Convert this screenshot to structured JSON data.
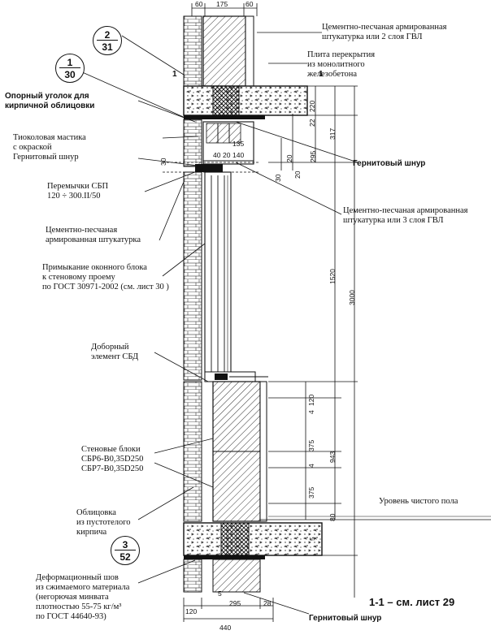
{
  "top_dims": [
    "60",
    "175",
    "60"
  ],
  "callouts": [
    {
      "top": "2",
      "bottom": "31"
    },
    {
      "top": "1",
      "bottom": "30"
    },
    {
      "top": "3",
      "bottom": "52"
    }
  ],
  "section_marks": [
    "1",
    "1"
  ],
  "labels": {
    "plaster_top": [
      "Цементно-песчаная армированная",
      "штукатурка или 2 слоя ГВЛ"
    ],
    "slab": [
      "Плита перекрытия",
      "из монолитного",
      "железобетона"
    ],
    "angle": [
      "Опорный уголок для",
      "кирпичной облицовки"
    ],
    "mastic": [
      "Тиоколовая мастика",
      "с окраской"
    ],
    "gernit_left": "Гернитовый шнур",
    "gernit_right": "Гернитовый шнур",
    "lintel": [
      "Перемычки СБП",
      "120 ÷ 300.II/50"
    ],
    "plaster_mid": [
      "Цементно-песчаная армированная",
      "штукатурка или 3 слоя ГВЛ"
    ],
    "plaster_left": [
      "Цементно-песчаная",
      "армированная штукатурка"
    ],
    "window": [
      "Примыкание оконного блока",
      "к стеновому проему",
      "по ГОСТ 30971-2002 (см. лист 30 )"
    ],
    "filler": [
      "Доборный",
      "элемент СБД"
    ],
    "blocks": [
      "Стеновые блоки",
      "СБР6-В0,35D250",
      "СБР7-В0,35D250"
    ],
    "floor": "Уровень чистого пола",
    "cladding": [
      "Облицовка",
      "из пустотелого",
      "кирпича"
    ],
    "joint": [
      "Деформационный шов",
      "из сжимаемого материала",
      "(негорючая минвата",
      "плотностью 55-75 кг/м³",
      "по ГОСТ 44640-93)"
    ],
    "gernit_bottom": "Гернитовый шнур",
    "section_ref": "1-1 – см. лист 29"
  },
  "dims_right": {
    "d220": "220",
    "d22": "22",
    "d317": "317",
    "d295": "295",
    "d20a": "20",
    "d20b": "20",
    "d30": "30",
    "d1520": "1520",
    "d3000": "3000",
    "d120": "120",
    "d4a": "4",
    "d375a": "375",
    "d4b": "4",
    "d943": "943",
    "d375b": "375",
    "d80": "80",
    "d5": "5"
  },
  "dims_inner": {
    "d40": "40",
    "d20": "20",
    "d140": "140",
    "d135": "135",
    "d30l": "30"
  },
  "bottom_dims": {
    "d120": "120",
    "d295": "295",
    "d28": "28",
    "d5": "5",
    "d440": "440"
  }
}
